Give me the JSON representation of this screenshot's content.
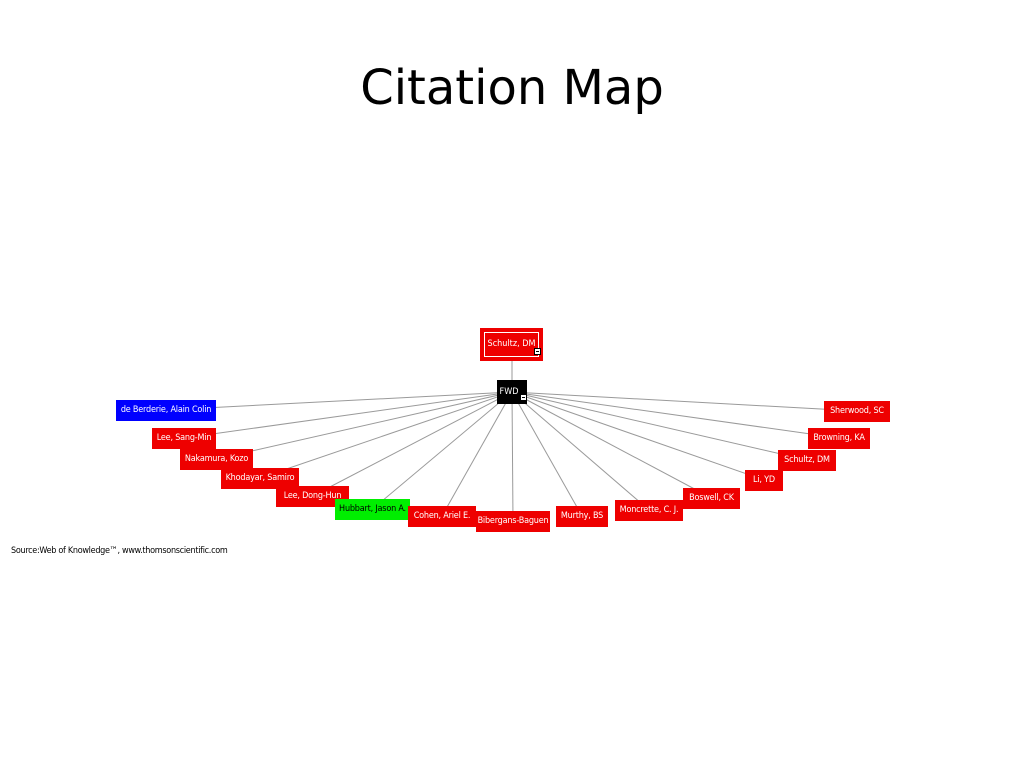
{
  "slide": {
    "title": "Citation Map"
  },
  "diagram": {
    "root": {
      "label": "Schultz, DM"
    },
    "hub": {
      "label": "FWD"
    },
    "nodes": [
      {
        "id": "n1",
        "label": "de Berderie, Alain Colin",
        "color": "#0000ff"
      },
      {
        "id": "n2",
        "label": "Lee, Sang-Min",
        "color": "#ee0000"
      },
      {
        "id": "n3",
        "label": "Nakamura, Kozo",
        "color": "#ee0000"
      },
      {
        "id": "n4",
        "label": "Khodayar, Samiro",
        "color": "#ee0000"
      },
      {
        "id": "n5",
        "label": "Lee, Dong-Hun",
        "color": "#ee0000"
      },
      {
        "id": "n6",
        "label": "Hubbart, Jason A.",
        "color": "#00ee00"
      },
      {
        "id": "n7",
        "label": "Cohen, Ariel E.",
        "color": "#ee0000"
      },
      {
        "id": "n8",
        "label": "Bibergans-Baguen",
        "color": "#ee0000"
      },
      {
        "id": "n9",
        "label": "Murthy, BS",
        "color": "#ee0000"
      },
      {
        "id": "n10",
        "label": "Moncrette, C. J.",
        "color": "#ee0000"
      },
      {
        "id": "n11",
        "label": "Boswell, CK",
        "color": "#ee0000"
      },
      {
        "id": "n12",
        "label": "Li, YD",
        "color": "#ee0000"
      },
      {
        "id": "n13",
        "label": "Schultz, DM",
        "color": "#ee0000"
      },
      {
        "id": "n14",
        "label": "Browning, KA",
        "color": "#ee0000"
      },
      {
        "id": "n15",
        "label": "Sherwood, SC",
        "color": "#ee0000"
      }
    ]
  },
  "source_note": "Source:Web of Knowledge™, www.thomsonscientific.com"
}
